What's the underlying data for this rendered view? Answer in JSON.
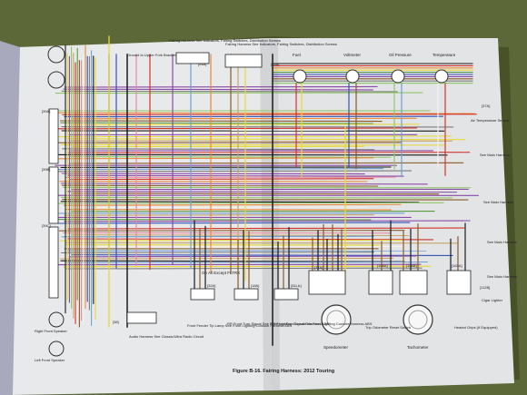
{
  "caption": "Figure B-16. Fairing Harness: 2012 Touring",
  "labels": {
    "left_speaker_top": "Right Front Speaker",
    "left_speaker_bottom": "Left Front Speaker",
    "audio_harness": "Audio Harness See Classic/Ultra Radio Circuit",
    "front_fender_tip": "Front Fender Tip Lamp See Front Lighting Console Harness ABS",
    "rr_turn": "RR Front Turn Signal See Front Lighting Console Harness ABS",
    "lr_turn": "LR Front Turn Signal See Front Lighting Console Harness ABS",
    "on_all_except": "On All Except FLTRX",
    "speedometer": "Speedometer",
    "trip_switch": "Trip Odometer Reset Switch",
    "tachometer": "Tachometer",
    "heated_grips": "Heated Grips (If Equipped)",
    "cigar_lighter": "Cigar Lighter",
    "ground_to_frame": "Ground to Upper Fork Bracket",
    "fairing_harness": "Fairing Harness See Indicators, Fairing Switches, Distribution Screws",
    "fairing_main": "Fairing Harness See Indicators, Fairing Switches, Distribution Screws",
    "fuel": "Fuel",
    "voltmeter": "Voltmeter",
    "oil_pressure": "Oil Pressure",
    "temperature": "Temperature",
    "temp_sensor": "Air Temperature Sensor",
    "see_main_1": "See Main Harness",
    "see_main_2": "See Main Harness",
    "see_main_3": "See Main Harness",
    "see_main_4": "See Main Harness"
  },
  "connector_ids": [
    "[38]",
    "[24A]",
    "[31A]",
    "[32A]",
    "[18A]",
    "[31LA]",
    "[39A]",
    "[39B]",
    "[39C]",
    "[108A]",
    "[108B]",
    "[163A]",
    "[112B]",
    "[77A]",
    "[37A]"
  ],
  "wire_colors": {
    "black": "#1b1b1b",
    "red": "#d2332b",
    "orange": "#e98a3a",
    "yellow": "#e6d83a",
    "green": "#5a9a45",
    "lt_green": "#8fc66a",
    "blue": "#3355b5",
    "lt_blue": "#6fa0d6",
    "violet": "#8a4aa6",
    "brown": "#8a5a2a",
    "gray": "#7d7d7d",
    "white": "#f3f1ea",
    "pink": "#e48aa0",
    "tan": "#c8a46a"
  }
}
